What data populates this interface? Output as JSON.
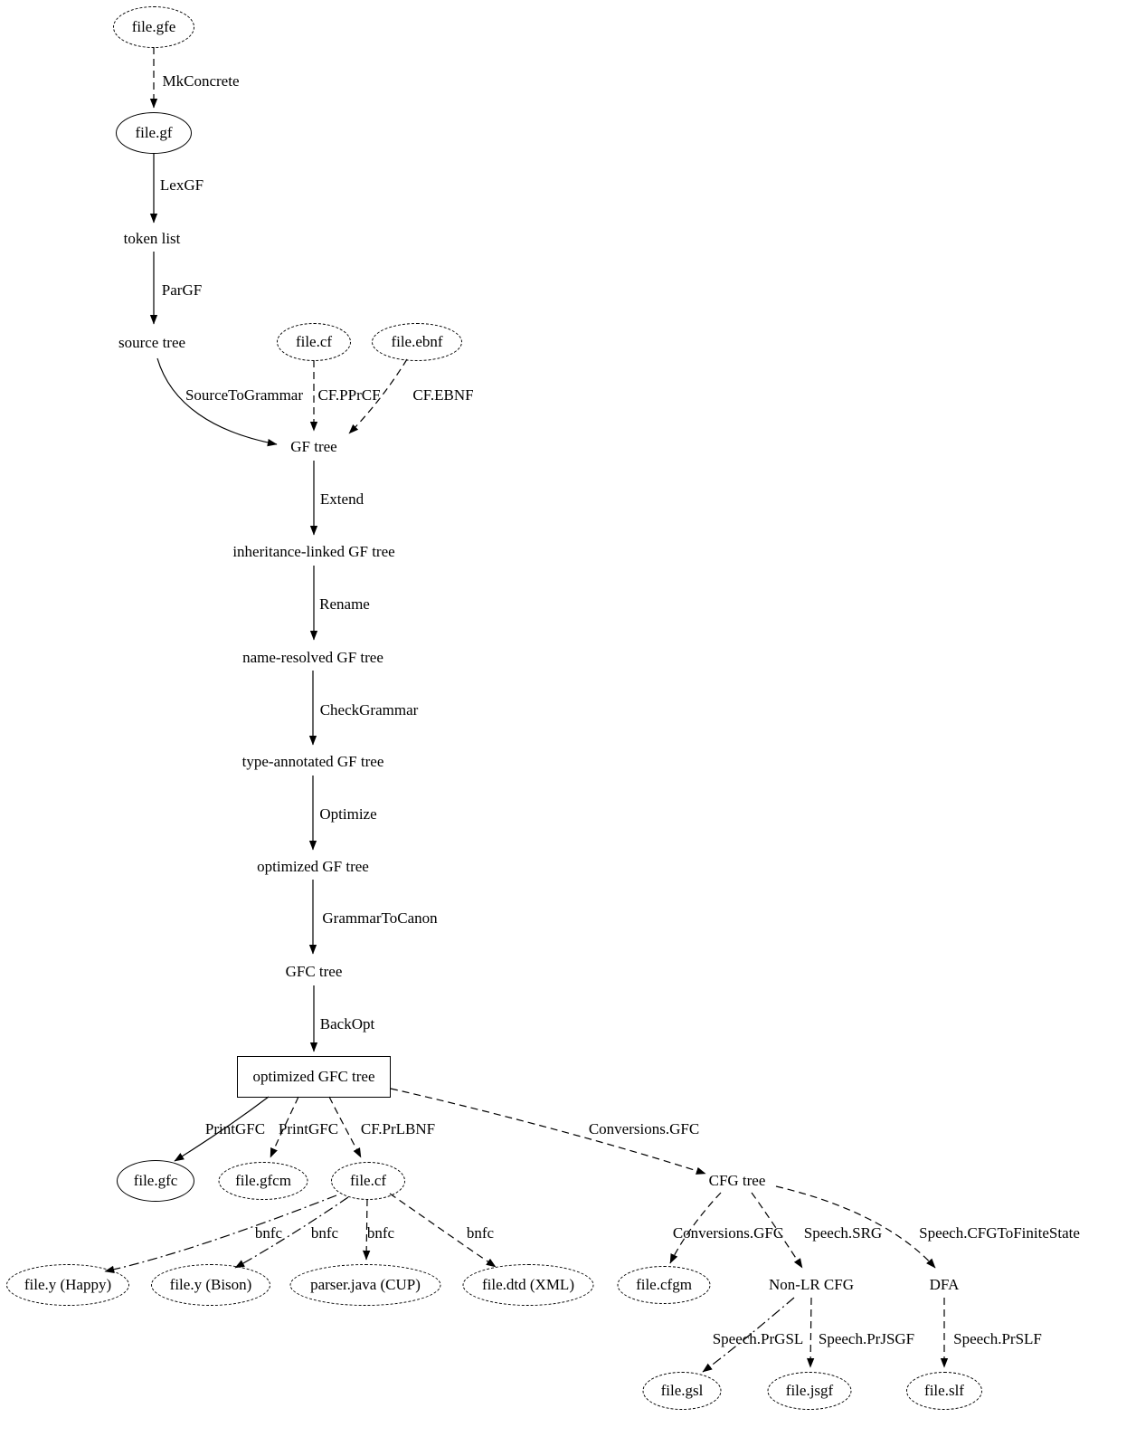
{
  "colors": {
    "background": "#ffffff",
    "line": "#000000",
    "text": "#000000"
  },
  "nodes": {
    "file_gfe": {
      "label": "file.gfe",
      "shape": "dashed-ellipse"
    },
    "file_gf": {
      "label": "file.gf",
      "shape": "solid-ellipse"
    },
    "token_list": {
      "label": "token list",
      "shape": "plain"
    },
    "source_tree": {
      "label": "source tree",
      "shape": "plain"
    },
    "file_cf_input": {
      "label": "file.cf",
      "shape": "dashed-ellipse"
    },
    "file_ebnf": {
      "label": "file.ebnf",
      "shape": "dashed-ellipse"
    },
    "gf_tree": {
      "label": "GF tree",
      "shape": "plain"
    },
    "inheritance_linked_gf_tree": {
      "label": "inheritance-linked GF tree",
      "shape": "plain"
    },
    "name_resolved_gf_tree": {
      "label": "name-resolved GF tree",
      "shape": "plain"
    },
    "type_annotated_gf_tree": {
      "label": "type-annotated GF tree",
      "shape": "plain"
    },
    "optimized_gf_tree": {
      "label": "optimized GF tree",
      "shape": "plain"
    },
    "gfc_tree": {
      "label": "GFC tree",
      "shape": "plain"
    },
    "optimized_gfc_tree": {
      "label": "optimized GFC tree",
      "shape": "box"
    },
    "file_gfc": {
      "label": "file.gfc",
      "shape": "solid-ellipse"
    },
    "file_gfcm": {
      "label": "file.gfcm",
      "shape": "dashed-ellipse"
    },
    "file_cf_output": {
      "label": "file.cf",
      "shape": "dashed-ellipse"
    },
    "cfg_tree": {
      "label": "CFG tree",
      "shape": "plain"
    },
    "file_y_happy": {
      "label": "file.y (Happy)",
      "shape": "dashed-ellipse"
    },
    "file_y_bison": {
      "label": "file.y (Bison)",
      "shape": "dashed-ellipse"
    },
    "parser_java_cup": {
      "label": "parser.java (CUP)",
      "shape": "dashed-ellipse"
    },
    "file_dtd_xml": {
      "label": "file.dtd (XML)",
      "shape": "dashed-ellipse"
    },
    "file_cfgm": {
      "label": "file.cfgm",
      "shape": "dashed-ellipse"
    },
    "non_lr_cfg": {
      "label": "Non-LR CFG",
      "shape": "plain"
    },
    "dfa": {
      "label": "DFA",
      "shape": "plain"
    },
    "file_gsl": {
      "label": "file.gsl",
      "shape": "dashed-ellipse"
    },
    "file_jsgf": {
      "label": "file.jsgf",
      "shape": "dashed-ellipse"
    },
    "file_slf": {
      "label": "file.slf",
      "shape": "dashed-ellipse"
    }
  },
  "edges": {
    "mk_concrete": {
      "label": "MkConcrete",
      "from": "file.gfe",
      "to": "file.gf",
      "style": "dashed"
    },
    "lex_gf": {
      "label": "LexGF",
      "from": "file.gf",
      "to": "token list",
      "style": "solid"
    },
    "par_gf": {
      "label": "ParGF",
      "from": "token list",
      "to": "source tree",
      "style": "solid"
    },
    "source_to_grammar": {
      "label": "SourceToGrammar",
      "from": "source tree",
      "to": "GF tree",
      "style": "solid"
    },
    "cf_pprcf": {
      "label": "CF.PPrCF",
      "from": "file.cf",
      "to": "GF tree",
      "style": "dashed"
    },
    "cf_ebnf": {
      "label": "CF.EBNF",
      "from": "file.ebnf",
      "to": "GF tree",
      "style": "dashed"
    },
    "extend": {
      "label": "Extend",
      "from": "GF tree",
      "to": "inheritance-linked GF tree",
      "style": "solid"
    },
    "rename": {
      "label": "Rename",
      "from": "inheritance-linked GF tree",
      "to": "name-resolved GF tree",
      "style": "solid"
    },
    "check_grammar": {
      "label": "CheckGrammar",
      "from": "name-resolved GF tree",
      "to": "type-annotated GF tree",
      "style": "solid"
    },
    "optimize": {
      "label": "Optimize",
      "from": "type-annotated GF tree",
      "to": "optimized GF tree",
      "style": "solid"
    },
    "grammar_to_canon": {
      "label": "GrammarToCanon",
      "from": "optimized GF tree",
      "to": "GFC tree",
      "style": "solid"
    },
    "back_opt": {
      "label": "BackOpt",
      "from": "GFC tree",
      "to": "optimized GFC tree",
      "style": "solid"
    },
    "print_gfc_binary": {
      "label": "PrintGFC",
      "from": "optimized GFC tree",
      "to": "file.gfc",
      "style": "solid"
    },
    "print_gfc_text": {
      "label": "PrintGFC",
      "from": "optimized GFC tree",
      "to": "file.gfcm",
      "style": "dashed"
    },
    "cf_prlbnf": {
      "label": "CF.PrLBNF",
      "from": "optimized GFC tree",
      "to": "file.cf",
      "style": "dashed"
    },
    "conversions_gfc": {
      "label": "Conversions.GFC",
      "from": "optimized GFC tree",
      "to": "CFG tree",
      "style": "dashed"
    },
    "bnfc_happy": {
      "label": "bnfc",
      "from": "file.cf",
      "to": "file.y (Happy)",
      "style": "dashdot"
    },
    "bnfc_bison": {
      "label": "bnfc",
      "from": "file.cf",
      "to": "file.y (Bison)",
      "style": "dashdot"
    },
    "bnfc_cup": {
      "label": "bnfc",
      "from": "file.cf",
      "to": "parser.java (CUP)",
      "style": "dashed"
    },
    "bnfc_dtd": {
      "label": "bnfc",
      "from": "file.cf",
      "to": "file.dtd (XML)",
      "style": "dashed"
    },
    "conversions_gfc_cfgm": {
      "label": "Conversions.GFC",
      "from": "CFG tree",
      "to": "file.cfgm",
      "style": "dashed"
    },
    "speech_srg": {
      "label": "Speech.SRG",
      "from": "CFG tree",
      "to": "Non-LR CFG",
      "style": "dashed"
    },
    "speech_cfg_to_finite_state": {
      "label": "Speech.CFGToFiniteState",
      "from": "CFG tree",
      "to": "DFA",
      "style": "dashed"
    },
    "speech_prgsl": {
      "label": "Speech.PrGSL",
      "from": "Non-LR CFG",
      "to": "file.gsl",
      "style": "dashdot"
    },
    "speech_prjsgf": {
      "label": "Speech.PrJSGF",
      "from": "Non-LR CFG",
      "to": "file.jsgf",
      "style": "dashed"
    },
    "speech_prslf": {
      "label": "Speech.PrSLF",
      "from": "DFA",
      "to": "file.slf",
      "style": "dashed"
    }
  }
}
